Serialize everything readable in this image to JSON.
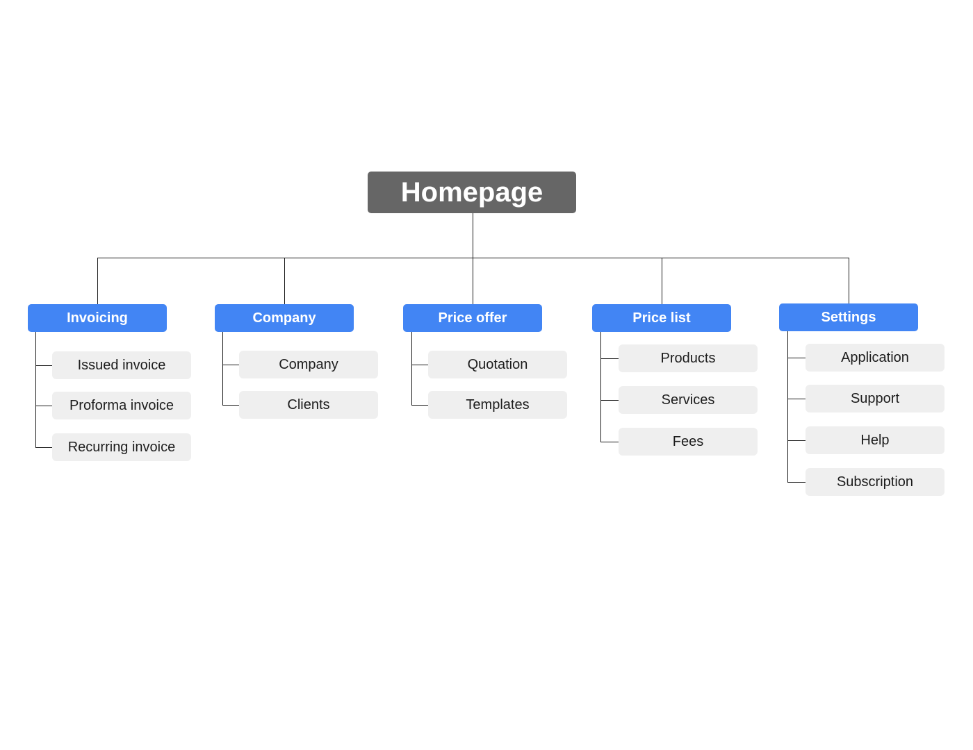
{
  "sitemap": {
    "root": {
      "label": "Homepage"
    },
    "sections": [
      {
        "label": "Invoicing",
        "pages": [
          "Issued invoice",
          "Proforma invoice",
          "Recurring invoice"
        ]
      },
      {
        "label": "Company",
        "pages": [
          "Company",
          "Clients"
        ]
      },
      {
        "label": "Price offer",
        "pages": [
          "Quotation",
          "Templates"
        ]
      },
      {
        "label": "Price list",
        "pages": [
          "Products",
          "Services",
          "Fees"
        ]
      },
      {
        "label": "Settings",
        "pages": [
          "Application",
          "Support",
          "Help",
          "Subscription"
        ]
      }
    ]
  },
  "colors": {
    "root_fill": "#666666",
    "section_fill": "#4285f4",
    "page_fill": "#efefef",
    "connector": "#1a1a1a"
  }
}
